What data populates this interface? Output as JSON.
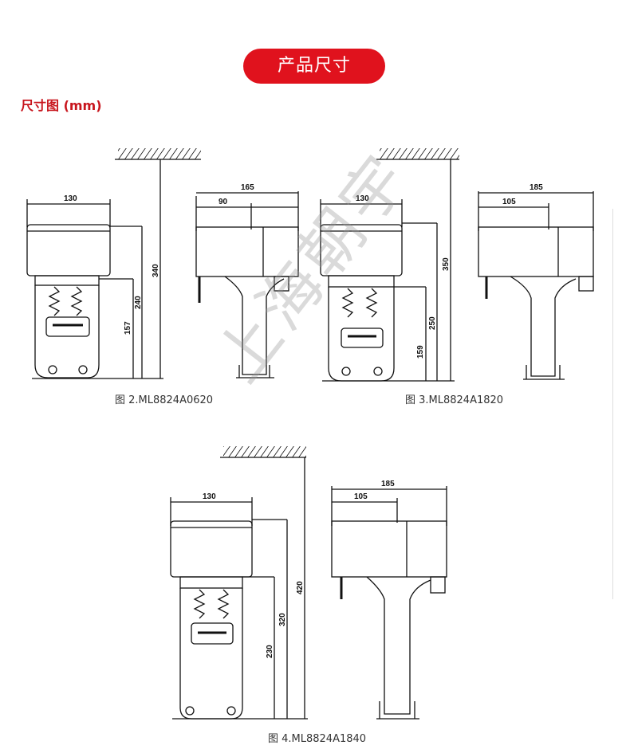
{
  "header": {
    "title": "产品尺寸"
  },
  "section": {
    "title": "尺寸图 (mm)"
  },
  "watermark": "上海朝宇",
  "colors": {
    "accent": "#e0121d",
    "heading": "#c8161e"
  },
  "figures": [
    {
      "caption": "图 2.ML8824A0620",
      "dims": {
        "front_width": "130",
        "side_width": "165",
        "side_inner": "90",
        "total_height": "340",
        "h1": "240",
        "h2": "157"
      }
    },
    {
      "caption": "图 3.ML8824A1820",
      "dims": {
        "front_width": "130",
        "side_width": "185",
        "side_inner": "105",
        "total_height": "350",
        "h1": "250",
        "h2": "159"
      }
    },
    {
      "caption": "图 4.ML8824A1840",
      "dims": {
        "front_width": "130",
        "side_width": "185",
        "side_inner": "105",
        "total_height": "420",
        "h1": "320",
        "h2": "230"
      }
    }
  ]
}
